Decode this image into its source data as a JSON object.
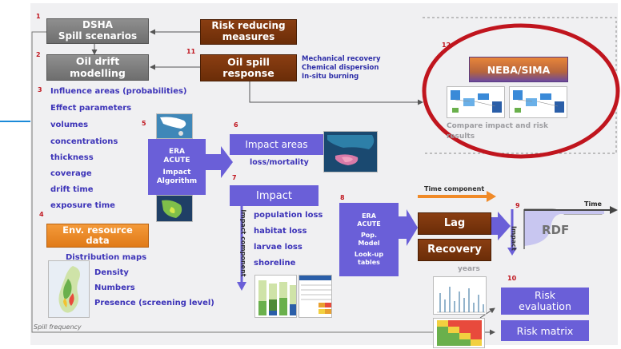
{
  "steps": {
    "n1": "1",
    "n2": "2",
    "n3": "3",
    "n4": "4",
    "n5": "5",
    "n6": "6",
    "n7": "7",
    "n8": "8",
    "n9": "9",
    "n10": "10",
    "n11": "11",
    "n12": "12"
  },
  "dsha": {
    "line1": "DSHA",
    "line2": "Spill scenarios"
  },
  "risk_reducing": {
    "line1": "Risk reducing",
    "line2": "measures"
  },
  "oil_drift": {
    "line1": "Oil drift",
    "line2": "modelling"
  },
  "oil_spill": {
    "line1": "Oil spill",
    "line2": "response"
  },
  "response_methods": [
    "Mechanical recovery",
    "Chemical dispersion",
    "In-situ burning"
  ],
  "drift_outputs": [
    "Influence areas (probabilities)",
    "Effect parameters",
    "volumes",
    "concentrations",
    "thickness",
    "coverage",
    "drift time",
    "exposure time"
  ],
  "env_resource": {
    "line1": "Env. resource",
    "line2": "data"
  },
  "env_items": [
    "Distribution maps",
    "Density",
    "Numbers",
    "Presence (screening level)"
  ],
  "era_acute_impact": {
    "line1": "ERA",
    "line2": "ACUTE",
    "line3": "Impact",
    "line4": "Algorithm"
  },
  "impact_areas": {
    "title": "Impact areas",
    "sub": "loss/mortality"
  },
  "impact": {
    "title": "Impact",
    "vertical": "Impact component"
  },
  "impact_items": [
    "population loss",
    "habitat loss",
    "larvae loss",
    "shoreline"
  ],
  "era_acute_pop": {
    "line1": "ERA",
    "line2": "ACUTE",
    "line3": "Pop.",
    "line4": "Model",
    "line5": "Look-up",
    "line6": "tables"
  },
  "time_component": "Time component",
  "lag": "Lag",
  "recovery": "Recovery",
  "years": "years",
  "impact_vertical": "Impact",
  "rdf": {
    "label": "RDF",
    "time": "Time"
  },
  "neba": {
    "title": "NEBA/SIMA",
    "caption_line1": "Compare impact and risk",
    "caption_line2": "results"
  },
  "risk_evaluation": {
    "line1": "Risk",
    "line2": "evaluation"
  },
  "risk_matrix": "Risk matrix",
  "spill_frequency": "Spill frequency",
  "colors": {
    "accent_purple": "#6a5fd8",
    "brown": "#7a3510",
    "orange": "#f08a28",
    "ellipse": "#c0151e"
  }
}
